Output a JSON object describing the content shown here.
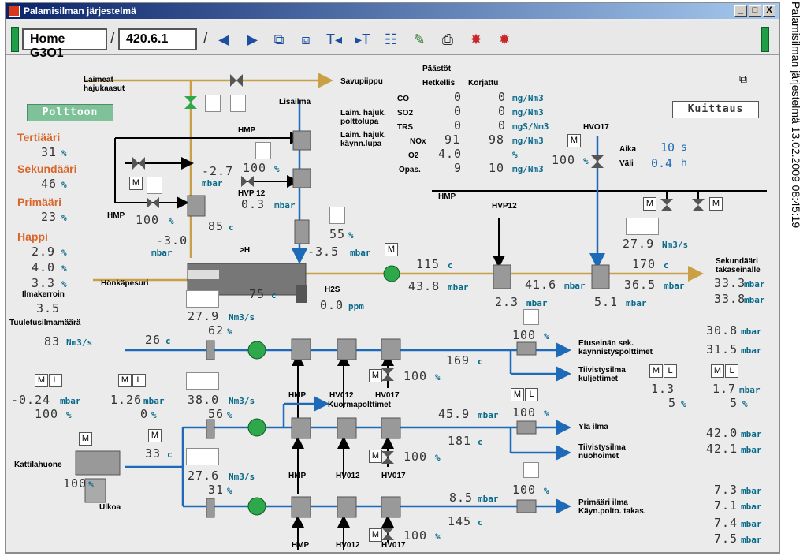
{
  "window": {
    "title": "Palamisilman järjestelmä",
    "minimize": "_",
    "restore": "□",
    "close": "X"
  },
  "toolbar": {
    "home_label": "Home G3O1",
    "address_value": "420.6.1",
    "separator": "/"
  },
  "side_caption": "Palamisilman järjestelmä 13.02.2009 08:45:19",
  "buttons": {
    "polttoon": "Polttoon",
    "kuittaus": "Kuittaus"
  },
  "left_panel": {
    "tertiaari": {
      "label": "Tertiääri",
      "value": "31",
      "unit": "%"
    },
    "sekundaari": {
      "label": "Sekundääri",
      "value": "46",
      "unit": "%"
    },
    "primaari": {
      "label": "Primääri",
      "value": "23",
      "unit": "%"
    },
    "happi": {
      "label": "Happi",
      "values": [
        "2.9",
        "4.0",
        "3.3"
      ],
      "unit": "%"
    },
    "ilmakerroin": {
      "label": "Ilmakerroin",
      "value": "3.5"
    },
    "tuuletus": {
      "label": "Tuuletusilmamäärä",
      "value": "83",
      "unit": "Nm3/s"
    }
  },
  "emissions": {
    "title": "Päästöt",
    "col1": "Hetkellis",
    "col2": "Korjattu",
    "rows": [
      {
        "name": "CO",
        "v1": "0",
        "v2": "0",
        "unit": "mg/Nm3"
      },
      {
        "name": "SO2",
        "v1": "0",
        "v2": "0",
        "unit": "mg/Nm3"
      },
      {
        "name": "TRS",
        "v1": "0",
        "v2": "0",
        "unit": "mgS/Nm3"
      },
      {
        "name": "NOx",
        "v1": "91",
        "v2": "98",
        "unit": "mg/Nm3"
      },
      {
        "name": "O2",
        "v1": "4.0",
        "v2": "",
        "unit": "%"
      },
      {
        "name": "Opas.",
        "v1": "9",
        "v2": "10",
        "unit": "mg/Nm3"
      }
    ]
  },
  "labels": {
    "laimeat": "Laimeat hajukaasut",
    "savupiippu": "Savupiippu",
    "lisailma": "Lisäilma",
    "laim_polttolupa": "Laim. hajuk. polttolupa",
    "laim_kaynnlupa": "Laim. hajuk. käynn.lupa",
    "hmp": "HMP",
    "hvp12": "HVP 12",
    "hvp12b": "HVP12",
    "hvo17": "HVO17",
    "honkapesuri": "Hönkäpesuri",
    "h2s": "H2S",
    "aika": "Aika",
    "vali": "Väli",
    "sek_takasein": "Sekundääri takaseinälle",
    "etusein": "Etuseinän sek. käynnistyspolttimet",
    "tiivis_kulj": "Tiivistysilma kuljettimet",
    "kuorma": "Kuormapolttimet",
    "yla_ilma": "Ylä ilma",
    "tiivis_nuoh": "Tiivistysilma nuohoimet",
    "primaari_ilma": "Primääri ilma Käyn.polto. takas.",
    "kattilahuone": "Kattilahuone",
    "ulkoa": "Ulkoa",
    "hv012": "HV012",
    "hv017": "HV017",
    "xh": ">H",
    "m": "M",
    "l": "L"
  },
  "values": {
    "p_minus27": "-2.7",
    "pct100a": "100",
    "flow03": "0.3",
    "pct100b": "100",
    "t85": "85",
    "p_minus30": "-3.0",
    "pct55": "55",
    "p_minus35": "-3.5",
    "t75": "75",
    "h2s": "0.0",
    "aika": "10",
    "vali": "0.4",
    "hvo17_pct": "100",
    "f279a": "27.9",
    "t115": "115",
    "p438": "43.8",
    "p416": "41.6",
    "p23": "2.3",
    "p51": "5.1",
    "t170": "170",
    "p365": "36.5",
    "f279b": "27.9",
    "pct62": "62",
    "t26": "26",
    "pct100c": "100",
    "t169": "169",
    "pct100d": "100",
    "r333": "33.3",
    "r338": "33.8",
    "r308": "30.8",
    "r315": "31.5",
    "ml13": "1.3",
    "ml5a": "5",
    "ml17": "1.7",
    "ml5b": "5",
    "lm024": "-0.24",
    "lm100": "100",
    "lm126": "1.26",
    "lm0": "0",
    "f380": "38.0",
    "pct56": "56",
    "t33": "33",
    "pct100k": "100",
    "p459": "45.9",
    "pct100e": "100",
    "t181": "181",
    "pct100f": "100",
    "r420": "42.0",
    "r421": "42.1",
    "f276": "27.6",
    "pct31": "31",
    "p85": "8.5",
    "pct100g": "100",
    "t145": "145",
    "pct100h": "100",
    "r73": "7.3",
    "r71": "7.1",
    "r74": "7.4",
    "r75": "7.5"
  },
  "units": {
    "pct": "%",
    "mbar": "mbar",
    "c": "c",
    "nm3s": "Nm3/s",
    "ppm": "ppm",
    "s": "s",
    "h": "h"
  },
  "colors": {
    "air_pipe": "#1d6ab8",
    "gas_pipe": "#c9a045",
    "fan": "#2ea84a",
    "equipment": "#8c8c8c",
    "value_unit": "#0a6a8a"
  }
}
